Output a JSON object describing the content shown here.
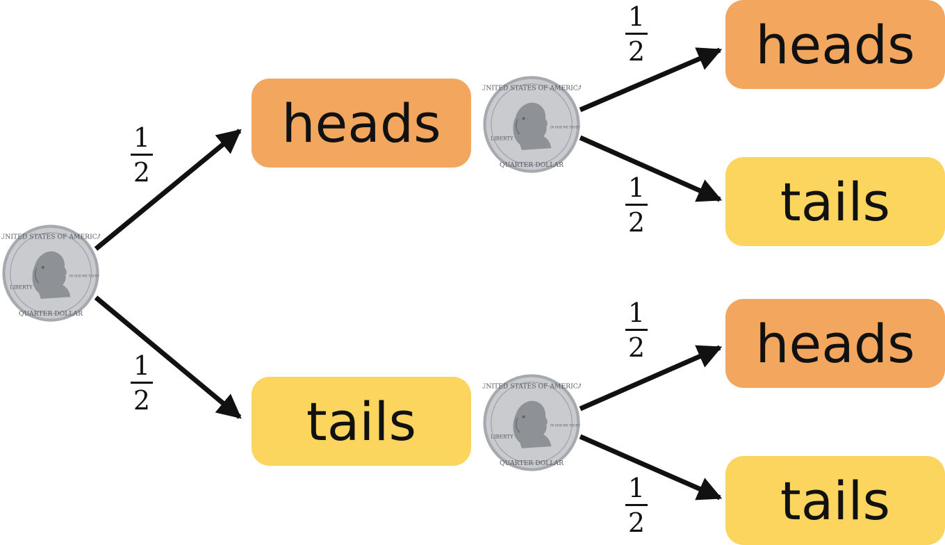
{
  "colors": {
    "heads_fill": "#F2A65E",
    "tails_fill": "#FCD55E",
    "arrow": "#111111",
    "coin_silver": "#C9CBCE"
  },
  "coin": {
    "icon": "quarter-dollar-coin-icon",
    "top_text": "UNITED STATES OF AMERICA",
    "bottom_text": "QUARTER DOLLAR",
    "left_text": "LIBERTY",
    "right_text": "IN GOD WE TRUST"
  },
  "probability": {
    "numerator": "1",
    "denominator": "2"
  },
  "nodes": {
    "heads": "heads",
    "tails": "tails",
    "heads_heads": "heads",
    "heads_tails": "tails",
    "tails_heads": "heads",
    "tails_tails": "tails"
  }
}
